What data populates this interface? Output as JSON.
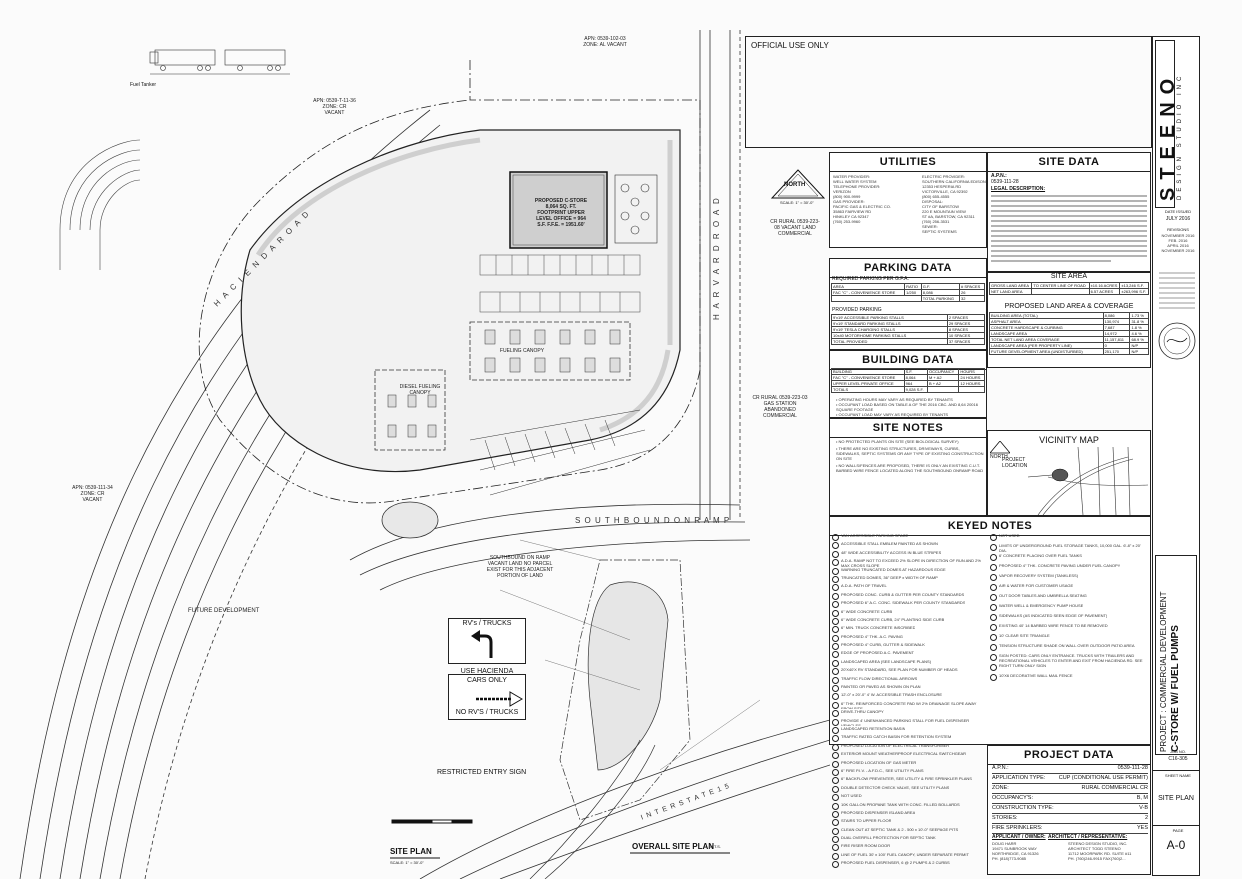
{
  "sheet": {
    "official_use": "OFFICIAL USE ONLY",
    "firm_name": "STEENO",
    "firm_sub": "DESIGN STUDIO INC",
    "date_label": "DATE ISSUED",
    "date_value": "JULY 2016",
    "revisions_label": "REVISIONS",
    "revisions": [
      "NOVEMBER 2016",
      "FEB. 2016",
      "APRIL 2016",
      "NOVEMBER 2016"
    ],
    "project_title": "PROJECT : COMMERCIAL DEVELOPMENT",
    "project_subtitle": "C-STORE W/ FUEL PUMPS",
    "job_label": "JOB NO.",
    "job_no": "C16-305",
    "sheet_name_label": "SHEET NAME",
    "sheet_name": "SITE PLAN",
    "sheet_label": "PAGE",
    "sheet_no": "A-0"
  },
  "utilities": {
    "title": "UTILITIES",
    "col_a": [
      "WATER PROVIDER:",
      "WELL WATER SYSTEM",
      "TELEPHONE PROVIDER:",
      "VERIZON",
      "(800) 900-9999",
      "GAS PROVIDER:",
      "PACIFIC GAS & ELECTRIC CO.",
      "35863 FAIRVIEW RD",
      "HINKLEY CA 92347",
      "(760) 253-9960"
    ],
    "col_b": [
      "ELECTRIC PROVIDER:",
      "SOUTHERN CALIFORNIA EDISON",
      "12353 HESPERIA RD",
      "VICTORVILLE, CA 92392",
      "(800) 655-4555",
      "DISPOSAL:",
      "CITY OF BARSTOW",
      "220 E MOUNTAIN VIEW",
      "ST #A, BARSTOW, CA 92311",
      "(760) 256-3531",
      "SEWER:",
      "SEPTIC SYSTEMS"
    ]
  },
  "site_data": {
    "title": "SITE DATA",
    "apn_label": "A.P.N.:",
    "apn": "0539-111-28",
    "legal_label": "LEGAL DESCRIPTION:"
  },
  "parking": {
    "title": "PARKING DATA",
    "required_label": "REQUIRED PARKING PER G.F.A.",
    "req_headers": [
      "AREA",
      "RATIO",
      "G.F.",
      "# SPACES"
    ],
    "req_rows": [
      [
        "FAC \"C\" - CONVENIENCE STORE",
        "1/250",
        "8,086",
        "26"
      ]
    ],
    "req_total": [
      "TOTAL PARKING",
      "32"
    ],
    "provided_label": "PROVIDED PARKING",
    "provided_rows": [
      [
        "9'x19' ACCESSIBLE PARKING STALLS",
        "2 SPACES"
      ],
      [
        "9'x19' STANDARD PARKING STALLS",
        "29 SPACES"
      ],
      [
        "9'x19' TESLA CHARGING STALLS",
        "8 SPACES"
      ],
      [
        "10x40 MOTORHOME PARKING STALLS",
        "10 SPACES"
      ]
    ],
    "provided_total": [
      "TOTAL PROVIDED",
      "37 SPACES"
    ]
  },
  "building": {
    "title": "BUILDING DATA",
    "headers": [
      "BUILDING",
      "S.F.",
      "OCCUPANCY",
      "HOURS"
    ],
    "rows": [
      [
        "FAC \"C\" - CONVENIENCE STORE",
        "8,064",
        "M + A2",
        "24 HOURS"
      ],
      [
        "UPPER LEVEL PRIVATE OFFICE",
        "964",
        "B + A2",
        "12 HOURS"
      ],
      [
        "TOTALS",
        "9,028 S.F.",
        "",
        ""
      ]
    ],
    "notes": [
      "OPERATING HOURS MAY VARY AS REQUIRED BY TENANTS",
      "OCCUPANT LOAD BASED ON TABLE A OF THE 2016 CBC. AND 8,64 20016 SQUARE FOOTAGE",
      "OCCUPANT LOAD MAY VARY AS REQUIRED BY TENANTS"
    ]
  },
  "site_area": {
    "title": "SITE AREA",
    "rows": [
      [
        "GROSS LAND AREA",
        "TO CENTER LINE OF ROAD",
        "±10.16 ACRES",
        "±13,246 S.F."
      ],
      [
        "NET LAND AREA",
        "",
        "6.57 ACRES",
        "±263,996 S.F."
      ]
    ],
    "coverage_title": "PROPOSED LAND AREA & COVERAGE",
    "coverage_rows": [
      [
        "BUILDING AREA (TOTAL)",
        "8,086",
        "1.73 %"
      ],
      [
        "ASPHALT AREA",
        "130,974",
        "31.8 %"
      ],
      [
        "CONCRETE HARDSCAPE & CURBING",
        "7,687",
        "1.8 %"
      ],
      [
        "LANDSCAPE AREA",
        "14,972",
        "4.6 %"
      ],
      [
        "TOTAL NET LAND AREA COVERAGE",
        "11,157,811",
        "68.9 %"
      ],
      [
        "LANDSCAPE AREA (PER PROPERTY LINE)",
        "0",
        "N/P"
      ],
      [
        "FUTURE DEVELOPMENT AREA (UNDISTURBED)",
        "251,170",
        "N/P"
      ]
    ]
  },
  "site_notes": {
    "title": "SITE NOTES",
    "items": [
      "NO PROTECTED PLANTS ON SITE (SEE BIOLOGICAL SURVEY)",
      "THERE ARE NO EXISTING STRUCTURES, DRIVEWAYS, CURBS, SIDEWALKS, SEPTIC SYSTEMS OR ANY TYPE OF EXISTING CONSTRUCTION ON SITE",
      "NO WALLS/FENCES ARE PROPOSED, THERE IS ONLY AN EXISTING C.U.T. BARBED WIRE FENCE LOCATED ALONG THE SOUTHBOUND ONRAMP ROAD"
    ]
  },
  "vicinity": {
    "title": "VICINITY MAP",
    "north": "NORTH",
    "project_location": "PROJECT LOCATION"
  },
  "keyed_notes": {
    "title": "KEYED NOTES",
    "left": [
      "VAN ACCESSIBLE PARKING SPACE",
      "ACCESSIBLE STALL EMBLEM PAINTED AS SHOWN",
      "48\" WIDE ACCESSIBILITY ACCESS IN BLUE STRIPES",
      "A.D.A. RAMP NOT TO EXCEED 2% SLOPE IN DIRECTION OF RUN AND 2% MAX CROSS SLOPE",
      "WARNING TRUNCATED DOMES AT HAZARDOUS EDGE",
      "TRUNCATED DOMES, 36\" DEEP x WIDTH OF RAMP",
      "A.D.A. PATH OF TRAVEL",
      "PROPOSED CONC. CURB & GUTTER PER COUNTY STANDARDS",
      "PROPOSED 6\" A.C. CONC. SIDEWALK PER COUNTY STANDARDS",
      "6\" WIDE CONCRETE CURB",
      "6\" WIDE CONCRETE CURB, 24\" PLANTING SIDE CURB",
      "6\" MIN. TRUCK CONCRETE INSCRIBED",
      "PROPOSED 4\" THK. A.C. PAVING",
      "PROPOSED 4\" CURB, GUTTER & SIDEWALK",
      "EDGE OF PROPOSED A.C. PAVEMENT",
      "LANDSCAPED AREA (SEE LANDSCAPE PLANS)",
      "20'X40'X RV STANDARD, SEE PLAN FOR NUMBER OF HEADS",
      "TRAFFIC FLOW DIRECTIONAL ARROWS",
      "PAINTED OR PAVED AS SHOWN ON PLAN",
      "12'-0\" x 20'-0\" 4' W. ACCESSIBLE TRASH ENCLOSURE",
      "6\" THK. REINFORCED CONCRETE PAD W/ 2% DRAINAGE SLOPE AWAY FROM SITE",
      "DRIVE-THRU CANOPY",
      "PROVIDE 4' UNENHANCED PARKING STALL FOR FUEL DISPENSER VEHICLES",
      "LANDSCAPED RETENTION BASIN",
      "TRAFFIC RATED CATCH BASIN FOR RETENTION SYSTEM",
      "PROPOSED LOCATION OF ELECTRICAL TRANSFORMER",
      "EXTERIOR MOUNT WEATHERPROOF ELECTRICAL SWITCHGEAR",
      "PROPOSED LOCATION OF GAS METER",
      "6\" FIRE P.I.V. - A.F.D.C., SEE UTILITY PLANS",
      "6\" BACKFLOW PREVENTER, SEE UTILITY & FIRE SPRINKLER PLANS",
      "DOUBLE DETECTOR CHECK VALVE, SEE UTILITY PLANS",
      "NOT USED",
      "10K GALLON PROPANE TANK WITH CONC. FILLED BOLLARDS",
      "PROPOSED DISPENSER ISLAND AREA",
      "STAIRS TO UPPER FLOOR",
      "CLEAN OUT AT SEPTIC TANK & 2 - 500 x 10'-0\" SEEPAGE PITS",
      "DUAL OVERFILL PROTECTION FOR SEPTIC TANK",
      "FIRE RISER ROOM DOOR",
      "LINE OF FUEL 30' x 100' FUEL CANOPY, UNDER SEPARATE PERMIT",
      "PROPOSED FUEL DISPENSER, 6 @ 2 PUMPS & 2 CURBS"
    ],
    "right": [
      "NOT USED",
      "LIMITS OF UNDERGROUND FUEL STORAGE TANKS, 10,000 GAL. 6'-8\" x 20' DIA.",
      "6' CONCRETE PLACING OVER FUEL TANKS",
      "PROPOSED 4\" THK. CONCRETE PAVING UNDER FUEL CANOPY",
      "VAPOR RECOVERY SYSTEM (TANKLESS)",
      "AIR & WATER FOR CUSTOMER USAGE",
      "OUT DOOR TABLES AND UMBRELLA SEATING",
      "WATER WELL & EMERGENCY PUMP HOUSE",
      "SIDEWALKS (AS INDICATED SEEN EDGE OF PAVEMENT)",
      "EXISTING 40' 14 BARBED WIRE FENCE TO BE REMOVED",
      "10' CLEAR SITE TRIANGLE",
      "TENSION STRUCTURE SHADE ON WALL OVER OUTDOOR PATIO AREA",
      "SIGN POSTED: CARS ONLY ENTRANCE. TRUCKS WITH TRAILERS AND RECREATIONAL VEHICLES TO ENTER AND EXIT FROM HACIENDA RD. SEE SIGN DETAIL TO LEFT ON THIS SHEET",
      "RIGHT TURN ONLY SIGN",
      "10'X6 DECORATIVE WALL MAIL FENCE"
    ]
  },
  "project_data": {
    "title": "PROJECT DATA",
    "rows": [
      [
        "A.P.N.:",
        "0539-111-28"
      ],
      [
        "APPLICATION TYPE:",
        "CUP (CONDITIONAL USE PERMIT)"
      ],
      [
        "ZONE:",
        "RURAL COMMERCIAL    CR"
      ],
      [
        "OCCUPANCY'S:",
        "B, M"
      ],
      [
        "CONSTRUCTION TYPE:",
        "V-B"
      ],
      [
        "STORIES:",
        "2"
      ],
      [
        "FIRE SPRINKLERS:",
        "YES"
      ]
    ],
    "applicant_label": "APPLICANT / OWNER:",
    "applicant": [
      "DOUG HARR",
      "19471 SUNBROOK WAY",
      "NORTHRIDGE, CA 91326",
      "PH. (818)773-9085"
    ],
    "architect_label": "ARCHITECT / REPRESENTATIVE:",
    "architect": [
      "STEENO DESIGN STUDIO, INC.",
      "ARCHITECT TODD STEENO",
      "11712 MOORPARK RD. SUITE #11",
      "PH. (760)246-9915 FAX(760)2..."
    ]
  },
  "sign": {
    "header": "RV's / TRUCKS",
    "use": "USE  HACIENDA",
    "cars": "CARS ONLY",
    "no_rv": "NO RV'S / TRUCKS",
    "caption": "RESTRICTED ENTRY SIGN"
  },
  "plan": {
    "store_label": "PROPOSED C-STORE 8,064 SQ. FT. FOOTPRINT UPPER LEVEL OFFICE = 964 S.F. F.F.E. = 1951.60'",
    "fueling_canopy": "FUELING CANOPY",
    "diesel_canopy": "DIESEL FUELING CANOPY",
    "hacienda": "H A C I E N D A   R O A D",
    "harvard": "H A R V A R D   R O A D",
    "southbound": "S O U T H B O U N D   O N R A M P",
    "interstate": "I N T E R S T A T E   1 5",
    "future_dev": "FUTURE DEVELOPMENT",
    "apn_north": "APN: 0539-102-03 ZONE: AL VACANT",
    "apn_right": "CR RURAL 0539-223-08 VACANT LAND COMMERCIAL",
    "apn_right2": "CR RURAL 0539-223-03 GAS STATION ABANDONED COMMERCIAL",
    "apn_left": "APN: 0539-111-34 ZONE: CR VACANT",
    "apn_left2": "APN: 0539-T-11-36 ZONE: CR VACANT",
    "southbound_land": "SOUTHBOUND ON RAMP VACANT LAND NO PARCEL EXIST FOR THIS ADJACENT PORTION OF LAND",
    "site_plan": "SITE PLAN",
    "site_plan_scale": "SCALE: 1\" = 30'-0\"",
    "overall_site_plan": "OVERALL SITE PLAN",
    "overall_scale": "N.T.S.",
    "north": "NORTH",
    "north_scale": "SCALE: 1\" = 30'-0\"",
    "fuel_tanker": "Fuel Tanker"
  }
}
